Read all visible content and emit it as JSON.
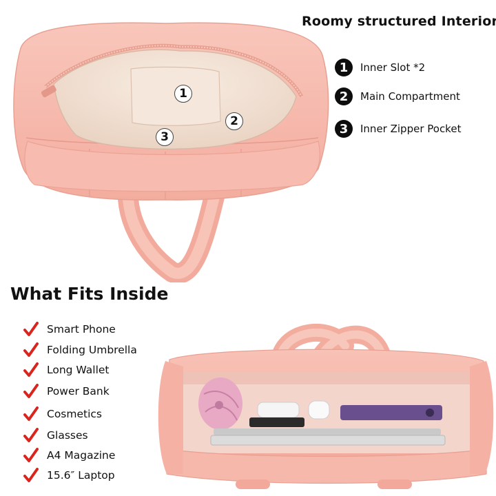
{
  "interior": {
    "title": "Roomy structured Interior",
    "markers": [
      "1",
      "2",
      "3"
    ],
    "legend": [
      {
        "num": "1",
        "label": "Inner Slot *2"
      },
      {
        "num": "2",
        "label": "Main Compartment"
      },
      {
        "num": "3",
        "label": "Inner Zipper Pocket"
      }
    ]
  },
  "fits": {
    "title": "What Fits Inside",
    "items": [
      "Smart Phone",
      "Folding Umbrella",
      "Long Wallet",
      "Power Bank",
      "Cosmetics",
      "Glasses",
      "A4 Magazine",
      "15.6″ Laptop"
    ]
  },
  "colors": {
    "bag_pink": "#f6b7ab",
    "bag_shadow": "#e99c90",
    "lining": "#f3e3d6",
    "check_red": "#d9251d"
  }
}
